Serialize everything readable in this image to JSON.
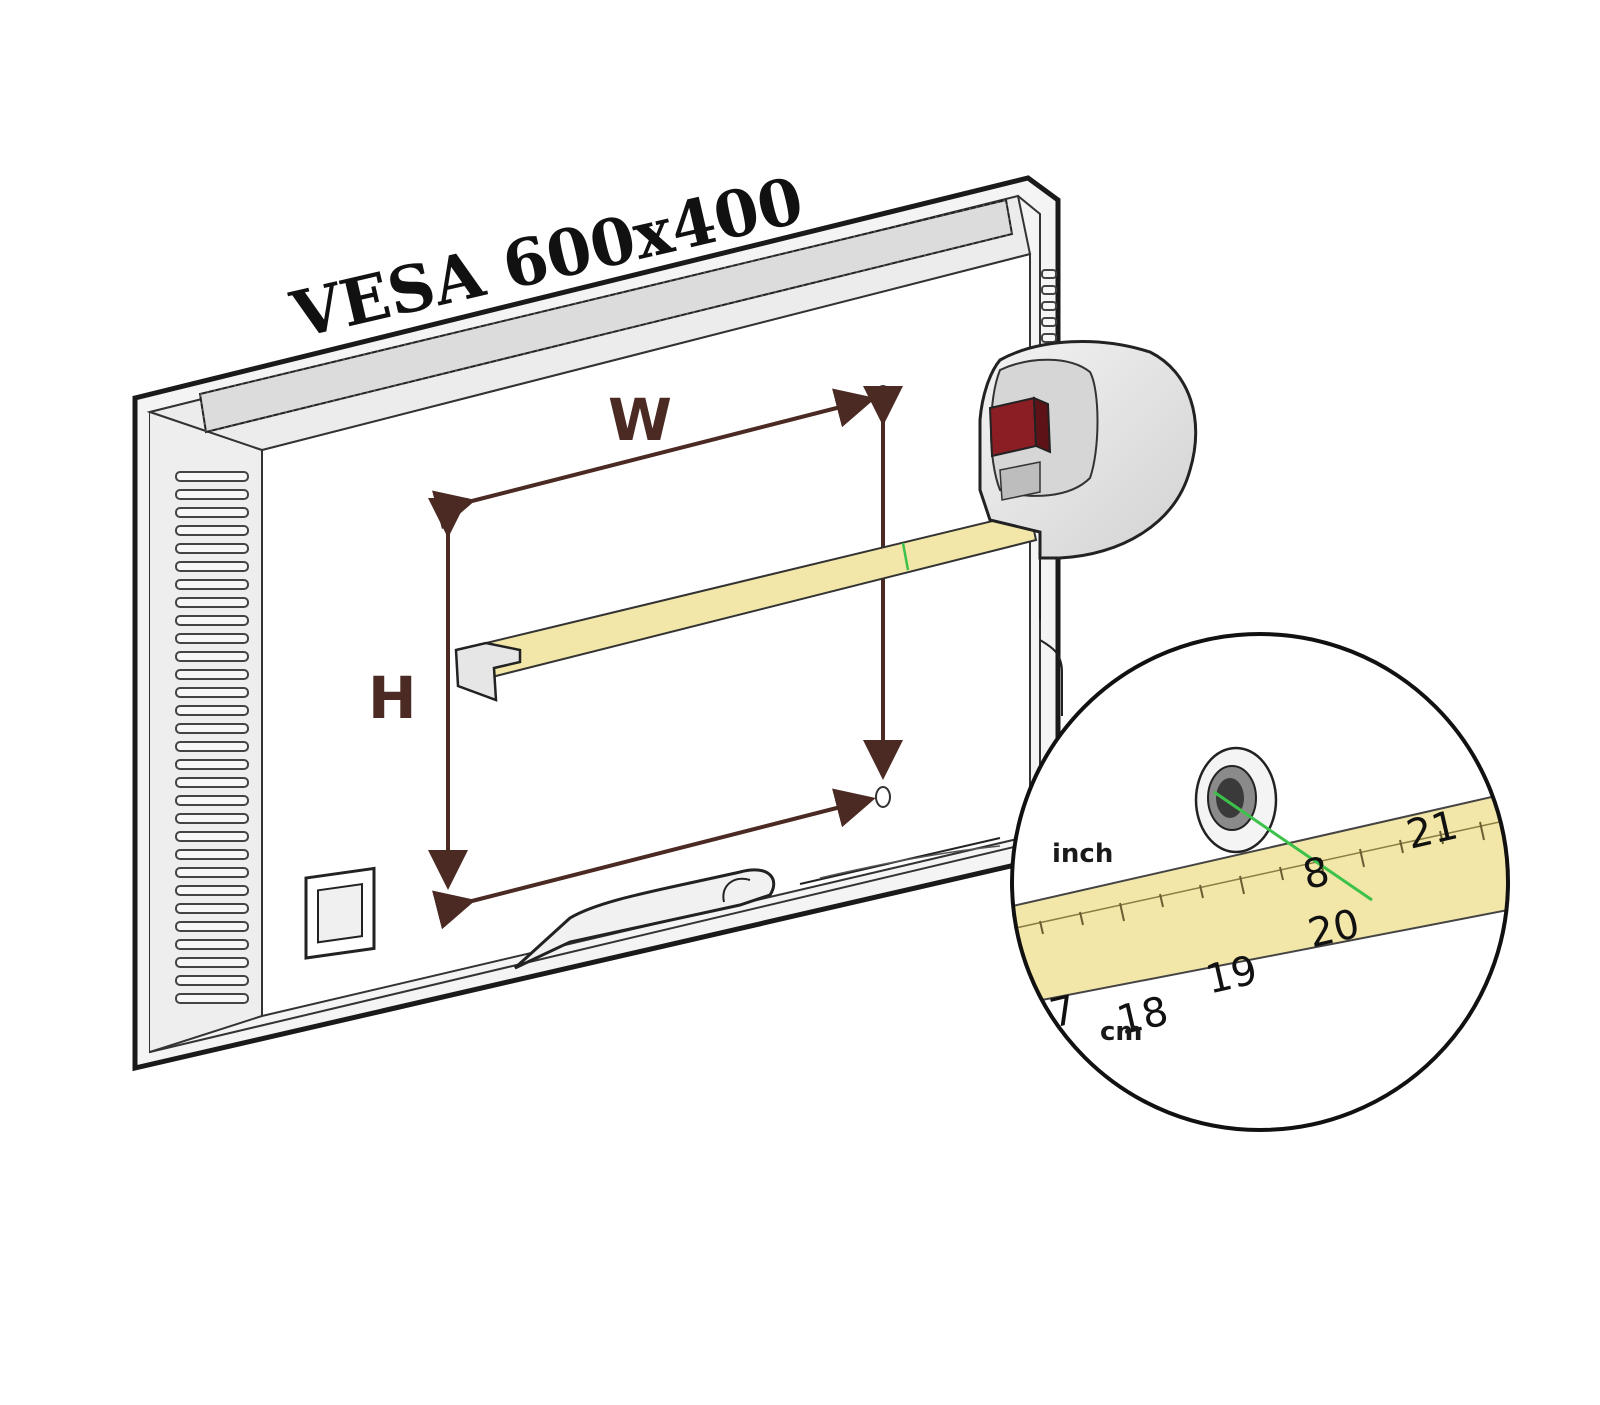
{
  "title": "VESA 600x400",
  "labels": {
    "width": "W",
    "height": "H"
  },
  "zoom_inset": {
    "unit_top": "inch",
    "unit_bottom": "cm",
    "tape_numbers": [
      "7",
      "18",
      "19",
      "20",
      "8",
      "21"
    ]
  },
  "colors": {
    "arrow": "#4a2a22",
    "tape": "#f2e6a8",
    "tape_case_red": "#8a1e24",
    "measure_line": "#3cc24a",
    "outline": "#222222",
    "case_grey": "#e4e4e4"
  }
}
